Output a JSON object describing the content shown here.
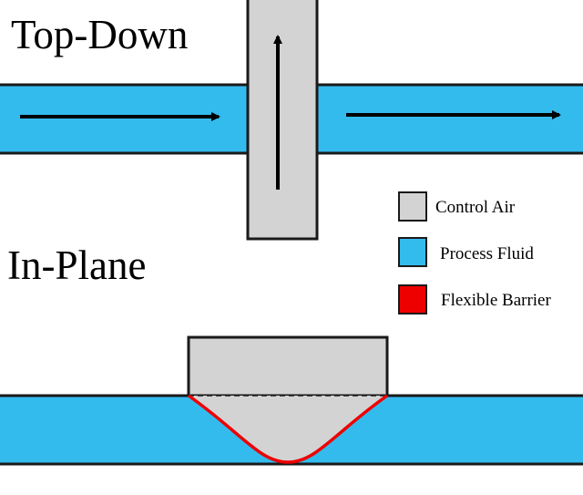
{
  "views": {
    "top_down_title": "Top-Down",
    "in_plane_title": "In-Plane"
  },
  "legend": {
    "items": [
      {
        "label": "Control Air",
        "color": "#d3d3d3"
      },
      {
        "label": "Process Fluid",
        "color": "#33bbee"
      },
      {
        "label": "Flexible Barrier",
        "color": "#ee0000"
      }
    ]
  },
  "colors": {
    "control_air": "#d3d3d3",
    "process_fluid": "#33bbee",
    "flexible_barrier": "#ee0000",
    "outline": "#1a1a1a",
    "arrow": "#000000"
  },
  "icons": {
    "flow_arrow": "arrow-right-icon",
    "air_arrow": "arrow-up-icon"
  }
}
